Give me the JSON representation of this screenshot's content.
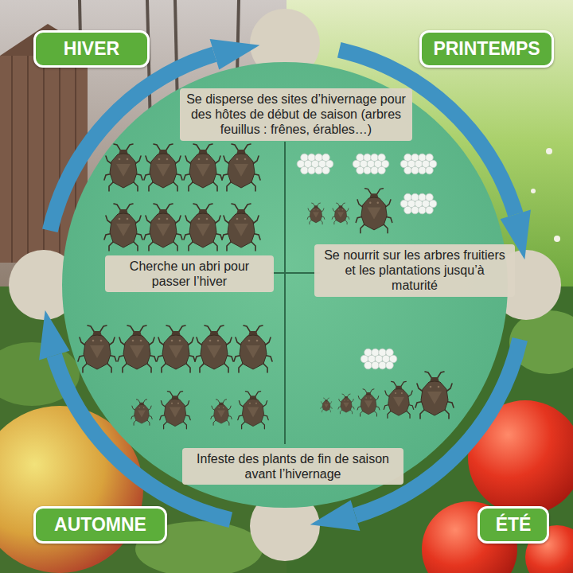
{
  "diagram": {
    "nodes": [
      {
        "text": [
          "HIVER"
        ]
      },
      {
        "text": [
          "PRINTEMPS"
        ]
      },
      {
        "text": [
          "Se disperse des sites d’hivernage pour des hôtes de début de saison (arbres feuillus : frênes, érables…)"
        ]
      },
      {
        "text": [
          "Cherche un abri pour passer l’hiver"
        ]
      },
      {
        "text": [
          "Se nourrit sur les arbres fruitiers et les plantations jusqu’à maturité"
        ]
      },
      {
        "text": [
          "Infeste des plants de fin de saison avant l’hivernage"
        ]
      },
      {
        "text": [
          "AUTOMNE"
        ]
      },
      {
        "text": [
          "ÉTÉ"
        ]
      }
    ]
  }
}
